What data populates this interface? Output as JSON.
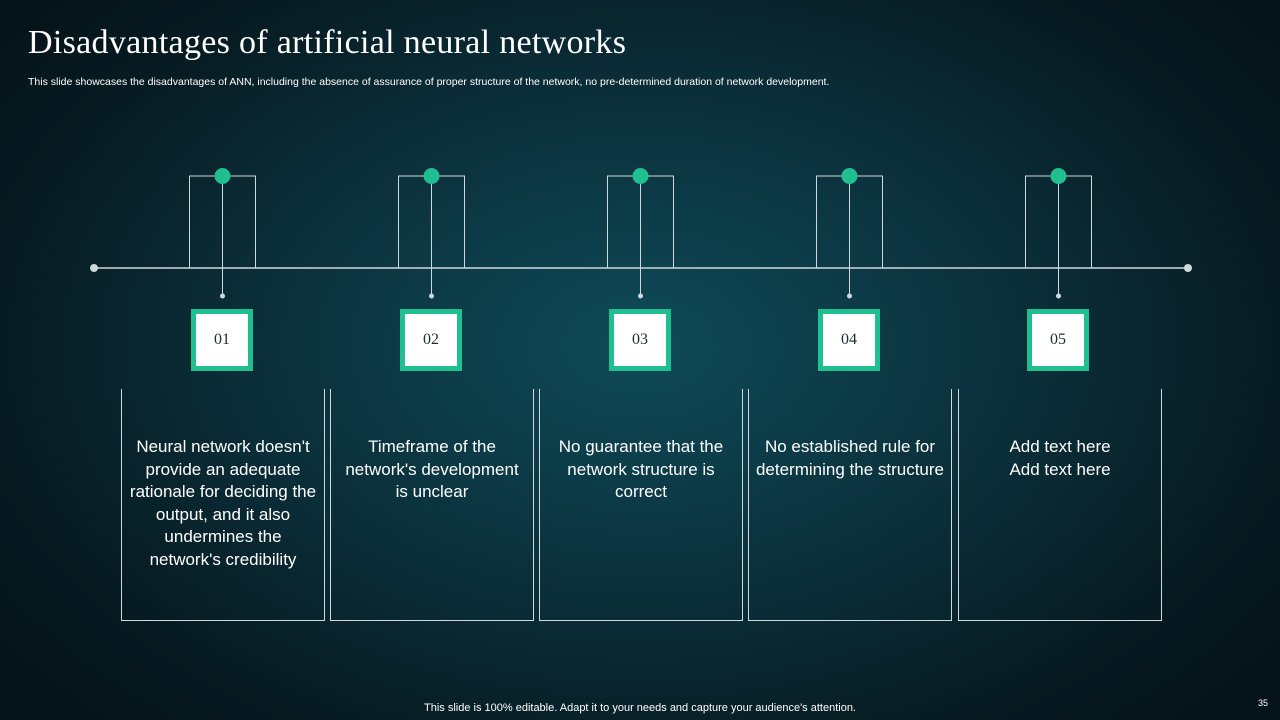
{
  "slide": {
    "title": "Disadvantages of artificial neural networks",
    "subtitle": "This slide showcases the disadvantages of ANN, including the absence of assurance of proper structure of the network, no pre-determined duration of network development.",
    "footer": "This slide is 100% editable. Adapt it to your needs and capture your audience's attention.",
    "page_number": "35"
  },
  "colors": {
    "accent": "#1fbf8f",
    "background": "#0c3b47",
    "line": "#cfd8db"
  },
  "items": [
    {
      "number": "01",
      "text": "Neural network doesn't provide an adequate rationale for deciding the output, and it also undermines the network's credibility"
    },
    {
      "number": "02",
      "text": "Timeframe of the network's development is unclear"
    },
    {
      "number": "03",
      "text": "No guarantee that the network structure is correct"
    },
    {
      "number": "04",
      "text": "No established rule for determining the structure"
    },
    {
      "number": "05",
      "text": "Add text here Add text here"
    }
  ]
}
